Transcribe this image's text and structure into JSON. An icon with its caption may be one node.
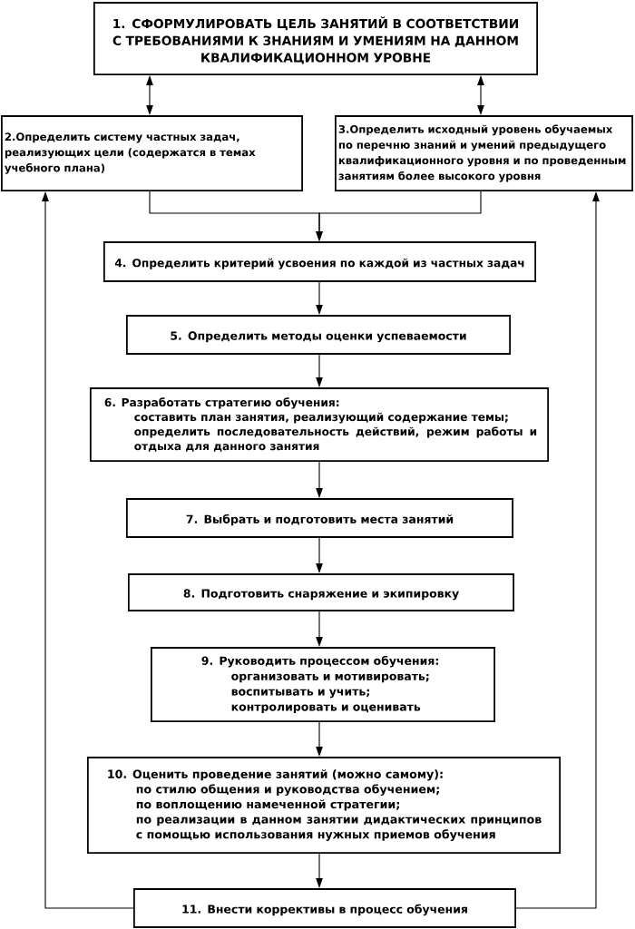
{
  "diagram": {
    "nodes": [
      {
        "text": [
          "1. СФОРМУЛИРОВАТЬ ЦЕЛЬ ЗАНЯТИЙ В СООТВЕТСТВИИ С ТРЕБОВАНИЯМИ К ЗНАНИЯМ И УМЕНИЯМ НА ДАННОМ КВАЛИФИКАЦИОННОМ УРОВНЕ"
        ]
      },
      {
        "text": [
          "2.Определить систему частных задач, реализующих цели (содержатся в темах учебного плана)"
        ]
      },
      {
        "text": [
          "3.Определить исходный уровень обучаемых по перечню знаний и умений предыдущего квалификационного уровня и по проведенным занятиям более высокого уровня"
        ]
      },
      {
        "text": [
          "4. Определить критерий усвоения по каждой из частных задач"
        ]
      },
      {
        "text": [
          "5. Определить методы оценки успеваемости"
        ]
      },
      {
        "text": [
          "6. Разработать стратегию обучения:",
          "составить план занятия, реализующий содержание темы;",
          "определить последовательность действий, режим работы и отдыха для данного занятия"
        ]
      },
      {
        "text": [
          "7. Выбрать и подготовить места занятий"
        ]
      },
      {
        "text": [
          "8. Подготовить снаряжение и экипировку"
        ]
      },
      {
        "text": [
          "9. Руководить процессом обучения:",
          "организовать и мотивировать;",
          "воспитывать и учить;",
          "контролировать и оценивать"
        ]
      },
      {
        "text": [
          "10. Оценить проведение занятий (можно самому):",
          "по стилю общения и руководства обучением;",
          "по воплощению намеченной стратегии;",
          "по реализации в данном занятии дидактических принципов с помощью использования нужных приемов обучения"
        ]
      },
      {
        "text": [
          "11. Внести коррективы в процесс обучения"
        ]
      }
    ],
    "edges": [
      {
        "from": 0,
        "to": 1,
        "arrow": "both"
      },
      {
        "from": 0,
        "to": 2,
        "arrow": "both"
      },
      {
        "from": 1,
        "to": 3,
        "arrow": "to"
      },
      {
        "from": 2,
        "to": 3,
        "arrow": "to"
      },
      {
        "from": 3,
        "to": 4,
        "arrow": "to"
      },
      {
        "from": 4,
        "to": 5,
        "arrow": "to"
      },
      {
        "from": 5,
        "to": 6,
        "arrow": "to"
      },
      {
        "from": 6,
        "to": 7,
        "arrow": "to"
      },
      {
        "from": 7,
        "to": 8,
        "arrow": "to"
      },
      {
        "from": 8,
        "to": 9,
        "arrow": "to"
      },
      {
        "from": 9,
        "to": 10,
        "arrow": "to"
      },
      {
        "from": 10,
        "to": 1,
        "arrow": "to"
      },
      {
        "from": 10,
        "to": 2,
        "arrow": "to"
      }
    ]
  }
}
